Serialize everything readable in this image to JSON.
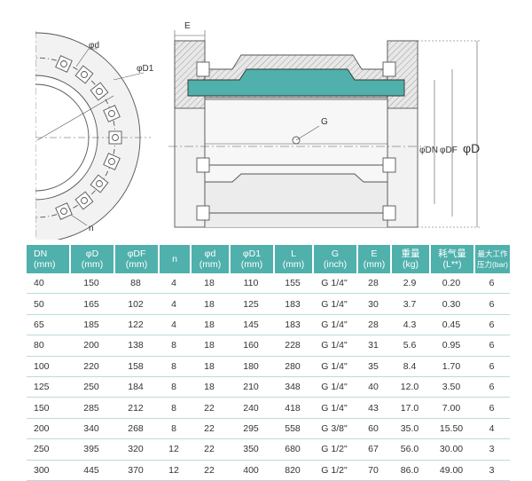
{
  "drawing": {
    "labels": {
      "e": "E",
      "d": "φd",
      "d1": "φD1",
      "g": "G",
      "n": "n",
      "dn": "φDN",
      "df": "φDF",
      "big_d": "φD"
    },
    "colors": {
      "liner": "#4fb0ac",
      "line": "#555555",
      "body_fill": "#f2f2f2"
    }
  },
  "table": {
    "headers": [
      {
        "lines": [
          "DN",
          "(mm)"
        ]
      },
      {
        "lines": [
          "φD",
          "(mm)"
        ]
      },
      {
        "lines": [
          "φDF",
          "(mm)"
        ]
      },
      {
        "lines": [
          "n"
        ]
      },
      {
        "lines": [
          "φd",
          "(mm)"
        ]
      },
      {
        "lines": [
          "φD1",
          "(mm)"
        ]
      },
      {
        "lines": [
          "L",
          "(mm)"
        ]
      },
      {
        "lines": [
          "G",
          "(inch)"
        ]
      },
      {
        "lines": [
          "E",
          "(mm)"
        ]
      },
      {
        "lines": [
          "重量",
          "(kg)"
        ]
      },
      {
        "lines": [
          "耗气量",
          "(L**)"
        ]
      },
      {
        "lines": [
          "最大工作",
          "压力(bar)"
        ],
        "small": true
      }
    ],
    "rows": [
      [
        "40",
        "150",
        "88",
        "4",
        "18",
        "110",
        "155",
        "G 1/4\"",
        "28",
        "2.9",
        "0.20",
        "6"
      ],
      [
        "50",
        "165",
        "102",
        "4",
        "18",
        "125",
        "183",
        "G 1/4\"",
        "30",
        "3.7",
        "0.30",
        "6"
      ],
      [
        "65",
        "185",
        "122",
        "4",
        "18",
        "145",
        "183",
        "G 1/4\"",
        "28",
        "4.3",
        "0.45",
        "6"
      ],
      [
        "80",
        "200",
        "138",
        "8",
        "18",
        "160",
        "228",
        "G 1/4\"",
        "31",
        "5.6",
        "0.95",
        "6"
      ],
      [
        "100",
        "220",
        "158",
        "8",
        "18",
        "180",
        "280",
        "G 1/4\"",
        "35",
        "8.4",
        "1.70",
        "6"
      ],
      [
        "125",
        "250",
        "184",
        "8",
        "18",
        "210",
        "348",
        "G 1/4\"",
        "40",
        "12.0",
        "3.50",
        "6"
      ],
      [
        "150",
        "285",
        "212",
        "8",
        "22",
        "240",
        "418",
        "G 1/4\"",
        "43",
        "17.0",
        "7.00",
        "6"
      ],
      [
        "200",
        "340",
        "268",
        "8",
        "22",
        "295",
        "558",
        "G 3/8\"",
        "60",
        "35.0",
        "15.50",
        "4"
      ],
      [
        "250",
        "395",
        "320",
        "12",
        "22",
        "350",
        "680",
        "G 1/2\"",
        "67",
        "56.0",
        "30.00",
        "3"
      ],
      [
        "300",
        "445",
        "370",
        "12",
        "22",
        "400",
        "820",
        "G 1/2\"",
        "70",
        "86.0",
        "49.00",
        "3"
      ]
    ]
  }
}
